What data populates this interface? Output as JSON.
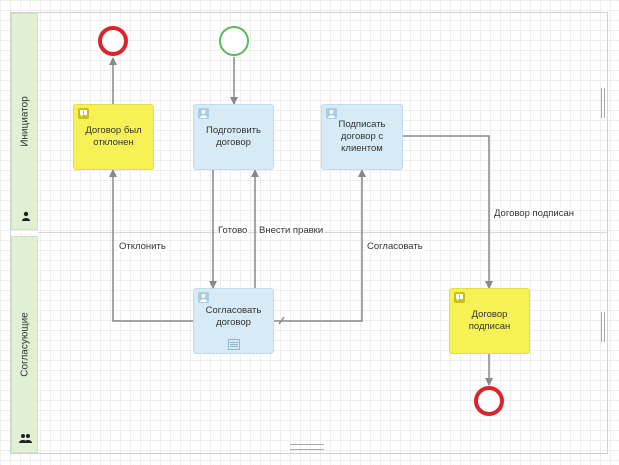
{
  "lanes": [
    {
      "title": "Инициатор",
      "icon": "user-icon"
    },
    {
      "title": "Согласующие",
      "icon": "users-icon"
    }
  ],
  "events": {
    "start": {
      "kind": "start",
      "color": "#5bb85b"
    },
    "end_rejected": {
      "kind": "end",
      "color": "#d9262c"
    },
    "end_signed": {
      "kind": "end",
      "color": "#d9262c"
    }
  },
  "tasks": {
    "rejected": {
      "label": "Договор был отклонен",
      "kind": "notification",
      "icon": "notification-icon"
    },
    "prepare": {
      "label": "Подготовить договор",
      "kind": "user",
      "icon": "user-task-icon"
    },
    "sign": {
      "label": "Подписать договор с клиентом",
      "kind": "user",
      "icon": "user-task-icon"
    },
    "approve": {
      "label": "Согласовать договор",
      "kind": "user",
      "icon": "user-task-icon",
      "marker": "list-icon"
    },
    "signed": {
      "label": "Договор подписан",
      "kind": "notification",
      "icon": "notification-icon"
    }
  },
  "flows": {
    "ready": "Готово",
    "revise": "Внести правки",
    "reject": "Отклонить",
    "agree": "Согласовать",
    "contract_signed": "Договор подписан"
  },
  "colors": {
    "user_task": "#d6ebf5",
    "notification_task": "#f6f255",
    "lane_header": "#dff0d4",
    "flow": "#888888"
  }
}
